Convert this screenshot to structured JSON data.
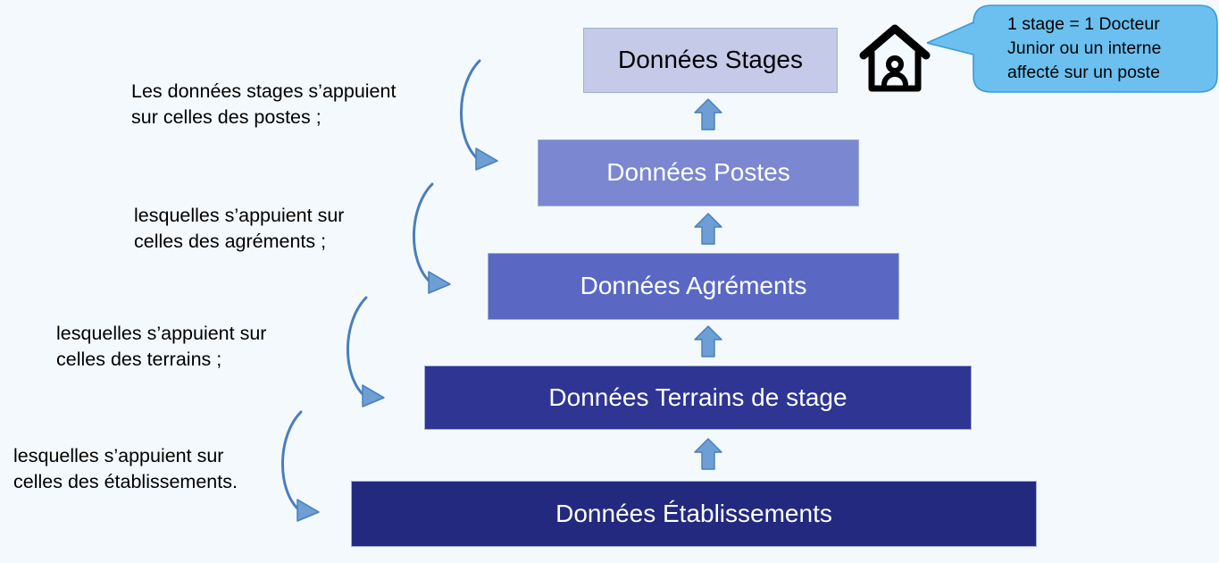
{
  "page": {
    "background_color": "#f4f9fd",
    "title": "Hiérarchie des données - pyramide"
  },
  "pyramid": {
    "levels": [
      {
        "id": "stages",
        "label": "Données Stages",
        "fill": "#c5cae9",
        "text_color": "#000000",
        "rank": 1
      },
      {
        "id": "postes",
        "label": "Données Postes",
        "fill": "#7b87d0",
        "text_color": "#ffffff",
        "rank": 2
      },
      {
        "id": "agrements",
        "label": "Données Agréments",
        "fill": "#5a68c4",
        "text_color": "#ffffff",
        "rank": 3
      },
      {
        "id": "terrains",
        "label": "Données Terrains de stage",
        "fill": "#2e3592",
        "text_color": "#ffffff",
        "rank": 4
      },
      {
        "id": "etablissements",
        "label": "Données Établissements",
        "fill": "#22297f",
        "text_color": "#ffffff",
        "rank": 5
      }
    ],
    "connector_color": "#6d9ed4",
    "connector_stroke": "#4a7ebb"
  },
  "notes": [
    {
      "id": "note-1",
      "text": "Les données stages s’appuient\nsur celles des postes ;"
    },
    {
      "id": "note-2",
      "text": "lesquelles s’appuient sur\ncelles des agréments ;"
    },
    {
      "id": "note-3",
      "text": "lesquelles s’appuient sur\ncelles des terrains ;"
    },
    {
      "id": "note-4",
      "text": "lesquelles s’appuient sur\ncelles des établissements."
    }
  ],
  "curved_arrows": {
    "color": "#4a7ebb",
    "count": 4
  },
  "callout": {
    "text": "1 stage = 1 Docteur\nJunior ou un interne\naffecté sur un poste",
    "fill": "#6cc0f0",
    "stroke": "#3a9ad9",
    "text_color": "#000000"
  },
  "icons": {
    "house": "house-person-icon",
    "house_color": "#000000"
  }
}
